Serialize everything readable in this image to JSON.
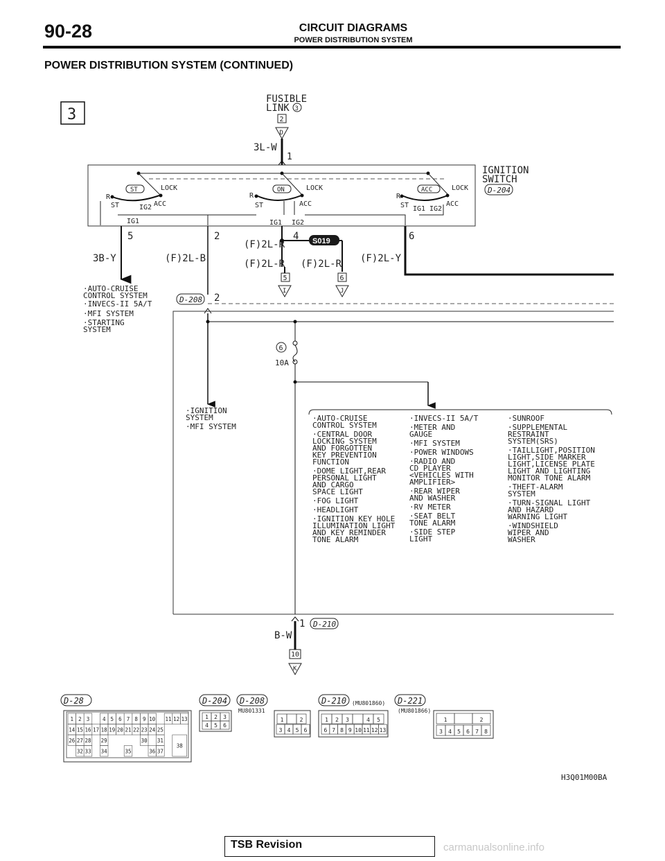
{
  "header": {
    "page_number": "90-28",
    "title": "CIRCUIT DIAGRAMS",
    "subtitle": "POWER DISTRIBUTION SYSTEM"
  },
  "section_title": "POWER DISTRIBUTION SYSTEM (CONTINUED)",
  "diagram": {
    "circuit_number": "3",
    "fusible_link": [
      "FUSIBLE",
      "LINK"
    ],
    "fusible_link_num": "3",
    "fl_terminal": "2",
    "fl_connector": "D",
    "wire_top": "3L-W",
    "wire_top_pin": "1",
    "switch_name": [
      "IGNITION",
      "SWITCH"
    ],
    "switch_connector": "D-204",
    "switch_positions": [
      "ST",
      "ON",
      "ACC"
    ],
    "lock": "LOCK",
    "sw_r": "R",
    "sw_st": "ST",
    "sw_acc": "ACC",
    "sw_ig1": "IG1",
    "sw_ig2": "IG2",
    "out_pins": [
      "5",
      "2",
      "4",
      "6"
    ],
    "wire_5": "3B-Y",
    "wire_2": "(F)2L-B",
    "wire_4": "(F)2L-R",
    "wire_6": "(F)2L-Y",
    "splice": "S019",
    "wire_r_left": "(F)2L-R",
    "wire_r_right": "(F)2L-R",
    "term_5": "5",
    "term_6": "6",
    "conn_i": "I",
    "conn_j": "J",
    "left_loads": [
      "·AUTO-CRUISE",
      " CONTROL SYSTEM",
      "·INVECS-II 5A/T",
      "·MFI SYSTEM",
      "·STARTING",
      " SYSTEM"
    ],
    "jb_connector": "D-208",
    "jb_pin": "2",
    "fuse_num": "6",
    "fuse_rating": "10A",
    "ign_loads": [
      "·IGNITION",
      " SYSTEM",
      "·MFI SYSTEM"
    ],
    "load_col1": [
      "·AUTO-CRUISE",
      " CONTROL SYSTEM",
      "·CENTRAL DOOR",
      " LOCKING SYSTEM",
      " AND FORGOTTEN",
      " KEY PREVENTION",
      " FUNCTION",
      "·DOME LIGHT,REAR",
      " PERSONAL LIGHT",
      " AND CARGO",
      " SPACE LIGHT",
      "·FOG LIGHT",
      "·HEADLIGHT",
      "·IGNITION KEY HOLE",
      " ILLUMINATION LIGHT",
      " AND KEY REMINDER",
      " TONE ALARM"
    ],
    "load_col2": [
      "·INVECS-II 5A/T",
      "·METER AND",
      " GAUGE",
      "·MFI SYSTEM",
      "·POWER WINDOWS",
      "·RADIO AND",
      " CD PLAYER",
      " <VEHICLES WITH",
      "  AMPLIFIER>",
      "·REAR WIPER",
      " AND WASHER",
      "·RV METER",
      "·SEAT BELT",
      " TONE ALARM",
      "·SIDE STEP",
      " LIGHT"
    ],
    "load_col3": [
      "·SUNROOF",
      "·SUPPLEMENTAL",
      " RESTRAINT",
      " SYSTEM(SRS)",
      "·TAILLIGHT,POSITION",
      " LIGHT,SIDE MARKER",
      " LIGHT,LICENSE PLATE",
      " LIGHT AND LIGHTING",
      " MONITOR TONE ALARM",
      "·THEFT-ALARM",
      " SYSTEM",
      "·TURN-SIGNAL LIGHT",
      " AND HAZARD",
      " WARNING LIGHT",
      "·WINDSHIELD",
      " WIPER AND",
      " WASHER"
    ],
    "bottom_pin": "1",
    "bottom_connector": "D-210",
    "bottom_wire": "B-W",
    "bottom_terminal": "10",
    "bottom_conn": "K"
  },
  "connectors": {
    "d28": "D-28",
    "d204": "D-204",
    "d208": "D-208",
    "d208_part": "MU801331",
    "d210": "D-210",
    "d210_part": "(MU801860)",
    "d221": "D-221",
    "d221_part": "(MU801866)",
    "d28_pins": [
      {
        "p": "1",
        "c": 0,
        "r": 0
      },
      {
        "p": "2",
        "c": 1,
        "r": 0
      },
      {
        "p": "3",
        "c": 2,
        "r": 0
      },
      {
        "p": "4",
        "c": 4,
        "r": 0
      },
      {
        "p": "5",
        "c": 5,
        "r": 0
      },
      {
        "p": "6",
        "c": 6,
        "r": 0
      },
      {
        "p": "7",
        "c": 7,
        "r": 0
      },
      {
        "p": "8",
        "c": 8,
        "r": 0
      },
      {
        "p": "9",
        "c": 9,
        "r": 0
      },
      {
        "p": "10",
        "c": 10,
        "r": 0
      },
      {
        "p": "11",
        "c": 12,
        "r": 0
      },
      {
        "p": "12",
        "c": 13,
        "r": 0
      },
      {
        "p": "13",
        "c": 14,
        "r": 0
      },
      {
        "p": "14",
        "c": 0,
        "r": 1
      },
      {
        "p": "15",
        "c": 1,
        "r": 1
      },
      {
        "p": "16",
        "c": 2,
        "r": 1
      },
      {
        "p": "17",
        "c": 3,
        "r": 1
      },
      {
        "p": "18",
        "c": 4,
        "r": 1
      },
      {
        "p": "19",
        "c": 5,
        "r": 1
      },
      {
        "p": "20",
        "c": 6,
        "r": 1
      },
      {
        "p": "21",
        "c": 7,
        "r": 1
      },
      {
        "p": "22",
        "c": 8,
        "r": 1
      },
      {
        "p": "23",
        "c": 9,
        "r": 1
      },
      {
        "p": "24",
        "c": 10,
        "r": 1
      },
      {
        "p": "25",
        "c": 11,
        "r": 1
      },
      {
        "p": "26",
        "c": 0,
        "r": 2
      },
      {
        "p": "27",
        "c": 1,
        "r": 2
      },
      {
        "p": "28",
        "c": 2,
        "r": 2
      },
      {
        "p": "29",
        "c": 4,
        "r": 2
      },
      {
        "p": "30",
        "c": 9,
        "r": 2
      },
      {
        "p": "31",
        "c": 11,
        "r": 2
      },
      {
        "p": "38",
        "c": 13,
        "r": 2
      },
      {
        "p": "32",
        "c": 1,
        "r": 3
      },
      {
        "p": "33",
        "c": 2,
        "r": 3
      },
      {
        "p": "34",
        "c": 4,
        "r": 3
      },
      {
        "p": "35",
        "c": 7,
        "r": 3
      },
      {
        "p": "36",
        "c": 10,
        "r": 3
      },
      {
        "p": "37",
        "c": 11,
        "r": 3
      }
    ],
    "d204_pins": [
      [
        "1",
        "2",
        "3"
      ],
      [
        "4",
        "5",
        "6"
      ]
    ],
    "d208_pins": [
      [
        "1",
        "",
        "2"
      ],
      [
        "3",
        "4",
        "5",
        "6"
      ]
    ],
    "d210_pins": [
      [
        "1",
        "2",
        "3",
        "",
        "4",
        "5"
      ],
      [
        "6",
        "7",
        "8",
        "9",
        "10",
        "11",
        "12",
        "13"
      ]
    ],
    "d221_pins": [
      [
        "1",
        "",
        "2"
      ],
      [
        "3",
        "4",
        "5",
        "6",
        "7",
        "8"
      ]
    ]
  },
  "figure_code": "H3Q01M00BA",
  "footer": {
    "tsb": "TSB Revision",
    "watermark": "carmanualsonline.info"
  }
}
